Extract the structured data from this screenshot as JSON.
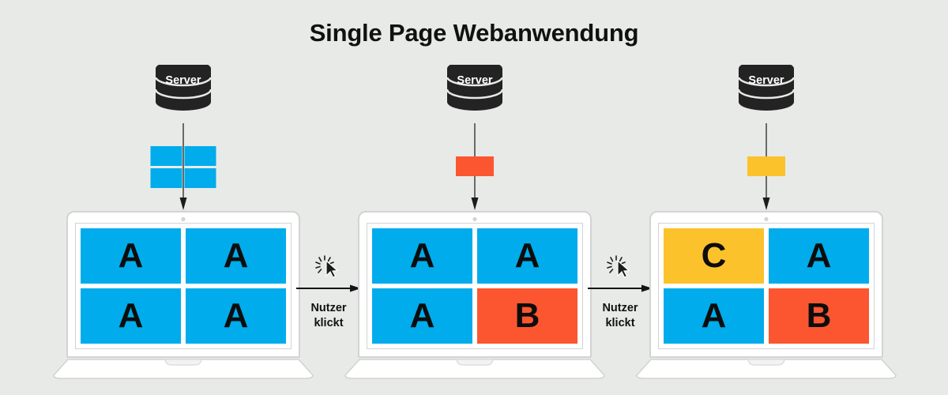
{
  "title": "Single Page Webanwendung",
  "colors": {
    "background": "#e8eae7",
    "blue": "#00aceb",
    "orange": "#fb5630",
    "yellow": "#fcc22c",
    "server_dark": "#232323",
    "text": "#111111",
    "laptop_frame": "#d2d4d2"
  },
  "panels": [
    {
      "server": {
        "label": "Server",
        "icon": "database-icon"
      },
      "payload": {
        "mode": "full",
        "blocks": [
          {
            "color": "#00aceb"
          },
          {
            "color": "#00aceb"
          },
          {
            "color": "#00aceb"
          },
          {
            "color": "#00aceb"
          }
        ]
      },
      "screen": {
        "tiles": [
          {
            "letter": "A",
            "color": "#00aceb"
          },
          {
            "letter": "A",
            "color": "#00aceb"
          },
          {
            "letter": "A",
            "color": "#00aceb"
          },
          {
            "letter": "A",
            "color": "#00aceb"
          }
        ]
      }
    },
    {
      "server": {
        "label": "Server",
        "icon": "database-icon"
      },
      "payload": {
        "mode": "single",
        "blocks": [
          {
            "color": "#fb5630"
          }
        ]
      },
      "screen": {
        "tiles": [
          {
            "letter": "A",
            "color": "#00aceb"
          },
          {
            "letter": "A",
            "color": "#00aceb"
          },
          {
            "letter": "A",
            "color": "#00aceb"
          },
          {
            "letter": "B",
            "color": "#fb5630"
          }
        ]
      }
    },
    {
      "server": {
        "label": "Server",
        "icon": "database-icon"
      },
      "payload": {
        "mode": "single",
        "blocks": [
          {
            "color": "#fcc22c"
          }
        ]
      },
      "screen": {
        "tiles": [
          {
            "letter": "C",
            "color": "#fcc22c"
          },
          {
            "letter": "A",
            "color": "#00aceb"
          },
          {
            "letter": "A",
            "color": "#00aceb"
          },
          {
            "letter": "B",
            "color": "#fb5630"
          }
        ]
      }
    }
  ],
  "transitions": [
    {
      "caption": "Nutzer\nklickt",
      "icon": "cursor-click-icon"
    },
    {
      "caption": "Nutzer\nklickt",
      "icon": "cursor-click-icon"
    }
  ]
}
